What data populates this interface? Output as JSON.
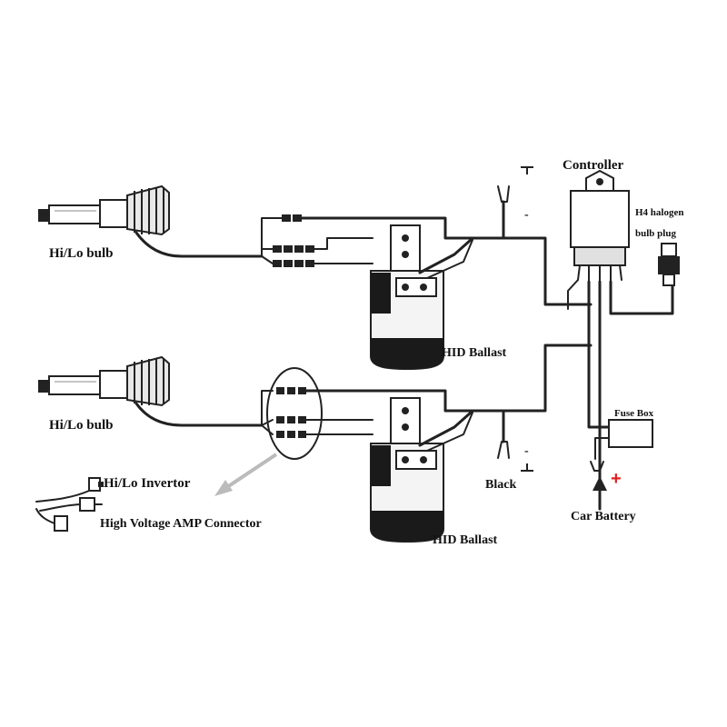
{
  "labels": {
    "bulb_top": "Hi/Lo bulb",
    "bulb_bottom": "Hi/Lo bulb",
    "ballast_top": "HID Ballast",
    "ballast_bottom": "HID Ballast",
    "controller": "Controller",
    "h4_line1": "H4 halogen",
    "h4_line2": "bulb plug",
    "fuse_box": "Fuse Box",
    "car_battery": "Car Battery",
    "black": "Black",
    "minus_top": "-",
    "minus_bottom": "-",
    "plus": "+",
    "invertor": "Hi/Lo Invertor",
    "amp_connector": "High Voltage AMP Connector"
  },
  "colors": {
    "wire": "#222222",
    "ballast_body": "#1a1a1a",
    "plus": "#e02020",
    "callout_arrow": "#bbbbbb"
  }
}
